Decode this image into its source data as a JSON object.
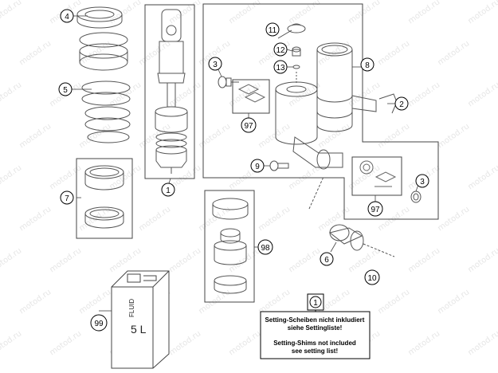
{
  "callouts": {
    "c1a": "1",
    "c1b": "1",
    "c2": "2",
    "c3a": "3",
    "c3b": "3",
    "c4": "4",
    "c5": "5",
    "c6": "6",
    "c7": "7",
    "c8": "8",
    "c9": "9",
    "c10": "10",
    "c11": "11",
    "c12": "12",
    "c13": "13",
    "c97a": "97",
    "c97b": "97",
    "c98": "98",
    "c99": "99"
  },
  "note": {
    "line1": "Setting-Scheiben nicht inkludiert",
    "line2": "siehe Settingliste!",
    "line3": "Setting-Shims not included",
    "line4": "see setting list!"
  },
  "can": {
    "label_fluid": "FLUID",
    "label_volume": "5 L"
  },
  "watermark": "motod.ru"
}
